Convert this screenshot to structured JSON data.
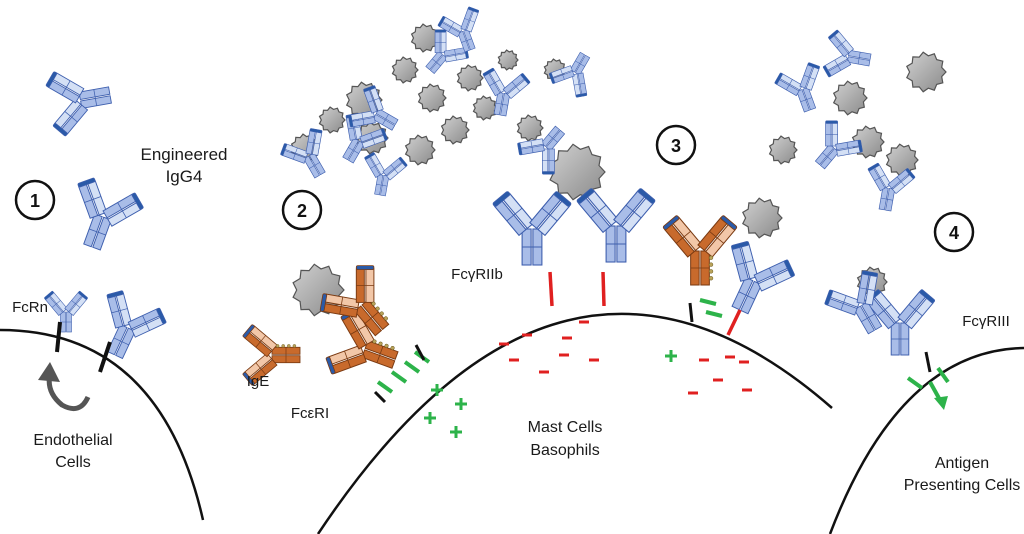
{
  "panels": [
    "1",
    "2",
    "3",
    "4"
  ],
  "labels": {
    "engineered": "Engineered",
    "igg4": "IgG4",
    "fcrn": "FcRn",
    "endothelial": "Endothelial",
    "cells": "Cells",
    "ige": "IgE",
    "fceri": "FcεRI",
    "fcgriib": "FcγRIIb",
    "mast": "Mast Cells",
    "basophils": "Basophils",
    "fcgriii": "FcγRIII",
    "antigen": "Antigen",
    "presenting": "Presenting Cells"
  },
  "colors": {
    "igg_fill": "#a9bde8",
    "igg_light": "#d4e0f5",
    "igg_stroke": "#3e5fae",
    "ige_fill": "#c86a2c",
    "ige_light": "#f2c7a8",
    "antigen": "#a3a3a3",
    "activating": "#2db34a",
    "inhibitory": "#e02020",
    "membrane": "#111111"
  }
}
